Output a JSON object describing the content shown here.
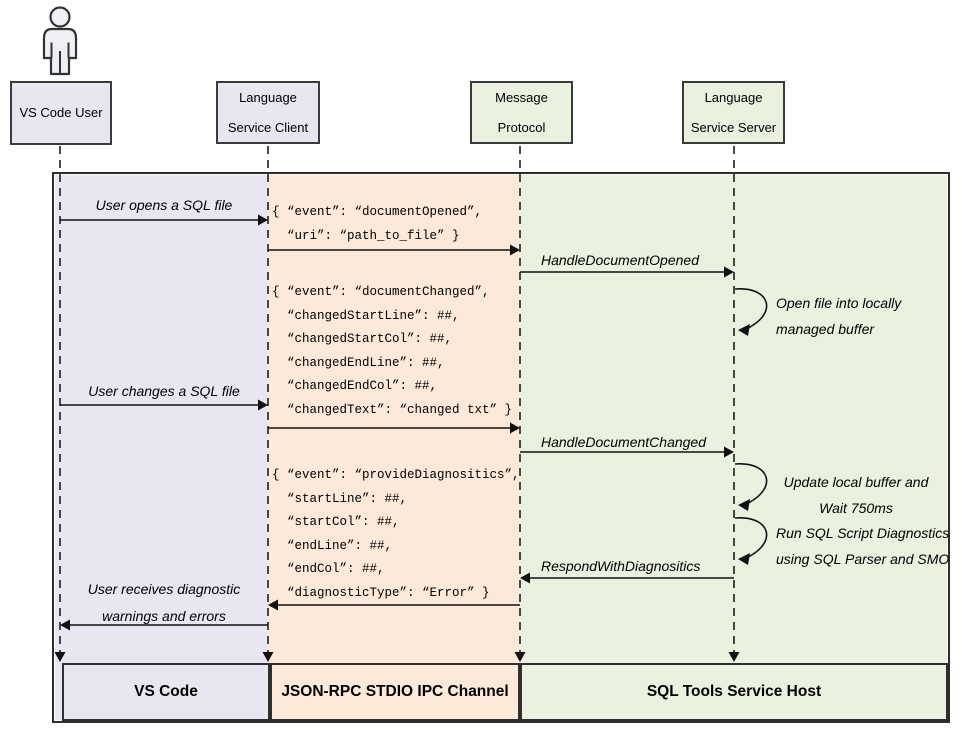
{
  "headers": {
    "user": "VS Code User",
    "client": "Language\nService Client",
    "protocol": "Message\nProtocol",
    "server": "Language\nService Server"
  },
  "footers": {
    "vscode": "VS Code",
    "ipc": "JSON-RPC STDIO IPC Channel",
    "host": "SQL Tools Service Host"
  },
  "messages": {
    "user_opens": "User opens a SQL file",
    "handle_document_opened": "HandleDocumentOpened",
    "user_changes": "User changes a SQL file",
    "handle_document_changed": "HandleDocumentChanged",
    "respond_with_diagnostics": "RespondWithDiagnositics",
    "user_receives": "User receives diagnostic\nwarnings and errors"
  },
  "payloads": {
    "document_opened": "{ “event”: “documentOpened”,\n  “uri”: “path_to_file” }",
    "document_changed": "{ “event”: “documentChanged”,\n  “changedStartLine”: ##,\n  “changedStartCol”: ##,\n  “changedEndLine”: ##,\n  “changedEndCol”: ##,\n  “changedText”: “changed txt” }",
    "provide_diagnostics": "{ “event”: “provideDiagnositics”,\n  “startLine”: ##,\n  “startCol”: ##,\n  “endLine”: ##,\n  “endCol”: ##,\n  “diagnosticType”: “Error” }"
  },
  "annotations": {
    "open_file": "Open file into locally\nmanaged buffer",
    "update_buffer": "Update local buffer and\nWait 750ms",
    "run_diagnostics": "Run SQL Script Diagnostics\nusing SQL Parser and SMO"
  },
  "colors": {
    "lane_vscode": "#E7E6F1",
    "lane_ipc": "#FCE9DA",
    "lane_host": "#EAF1DF",
    "box_border": "#3B3B3B",
    "line": "#111111"
  }
}
